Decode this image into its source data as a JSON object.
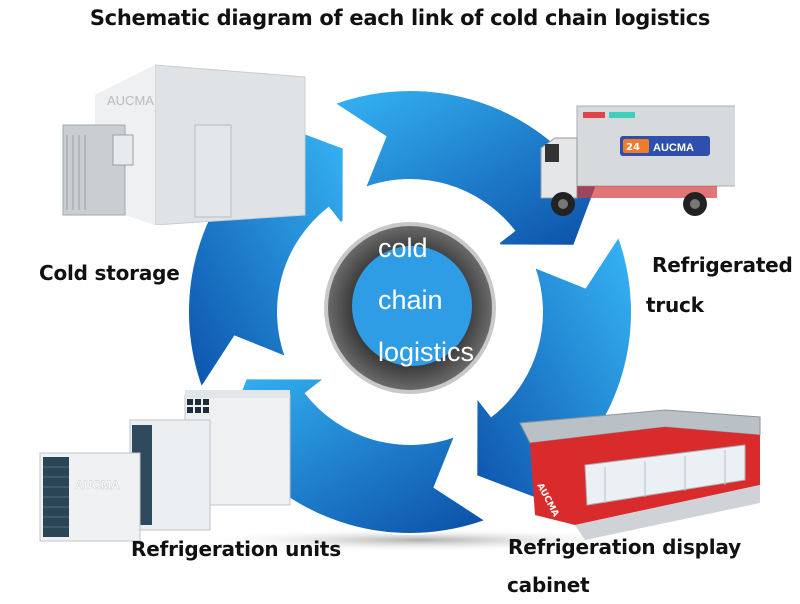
{
  "title": "Schematic diagram of each link of cold chain logistics",
  "center": {
    "lines": [
      "cold",
      "chain",
      "logistics"
    ]
  },
  "stages": [
    {
      "id": "cold-storage",
      "label_lines": [
        "Cold storage"
      ],
      "brand": "AUCMA"
    },
    {
      "id": "refrigerated-truck",
      "label_lines": [
        "Refrigerated",
        "truck"
      ],
      "brand": "AUCMA",
      "badge": "24"
    },
    {
      "id": "refrigeration-display-cabinet",
      "label_lines": [
        "Refrigeration display",
        "cabinet"
      ],
      "brand": "AUCMA"
    },
    {
      "id": "refrigeration-units",
      "label_lines": [
        "Refrigeration units"
      ],
      "brand": "AUCMA"
    }
  ],
  "colors": {
    "arrow_light": "#2aa6ef",
    "arrow_dark": "#0d4fa8",
    "center_fill": "#2f9de6",
    "center_ring": "#555555",
    "cabinet_red": "#d92b2b"
  }
}
